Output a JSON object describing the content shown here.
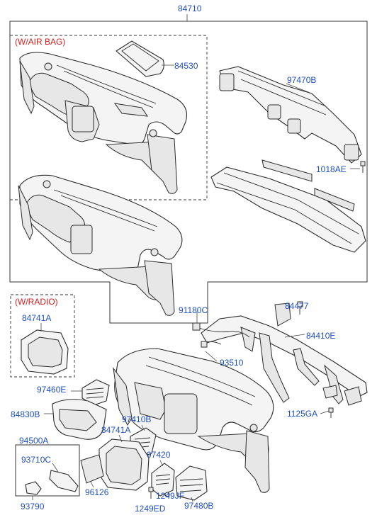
{
  "callouts": {
    "top": "84710",
    "airbag_note": "(W/AIR BAG)",
    "radio_note": "(W/RADIO)",
    "p84530": "84530",
    "p97470b": "97470B",
    "p1018ae": "1018AE",
    "p84741a_top": "84741A",
    "p91180c": "91180C",
    "p84477": "84477",
    "p84410e": "84410E",
    "p93510": "93510",
    "p97460e": "97460E",
    "p1125ga": "1125GA",
    "p84830b": "84830B",
    "p97410b": "97410B",
    "p84741a": "84741A",
    "p94500a": "94500A",
    "p93710c": "93710C",
    "p97420": "97420",
    "p1249jf": "1249JF",
    "p96126": "96126",
    "p93790": "93790",
    "p1249ed": "1249ED",
    "p97480b": "97480B"
  }
}
